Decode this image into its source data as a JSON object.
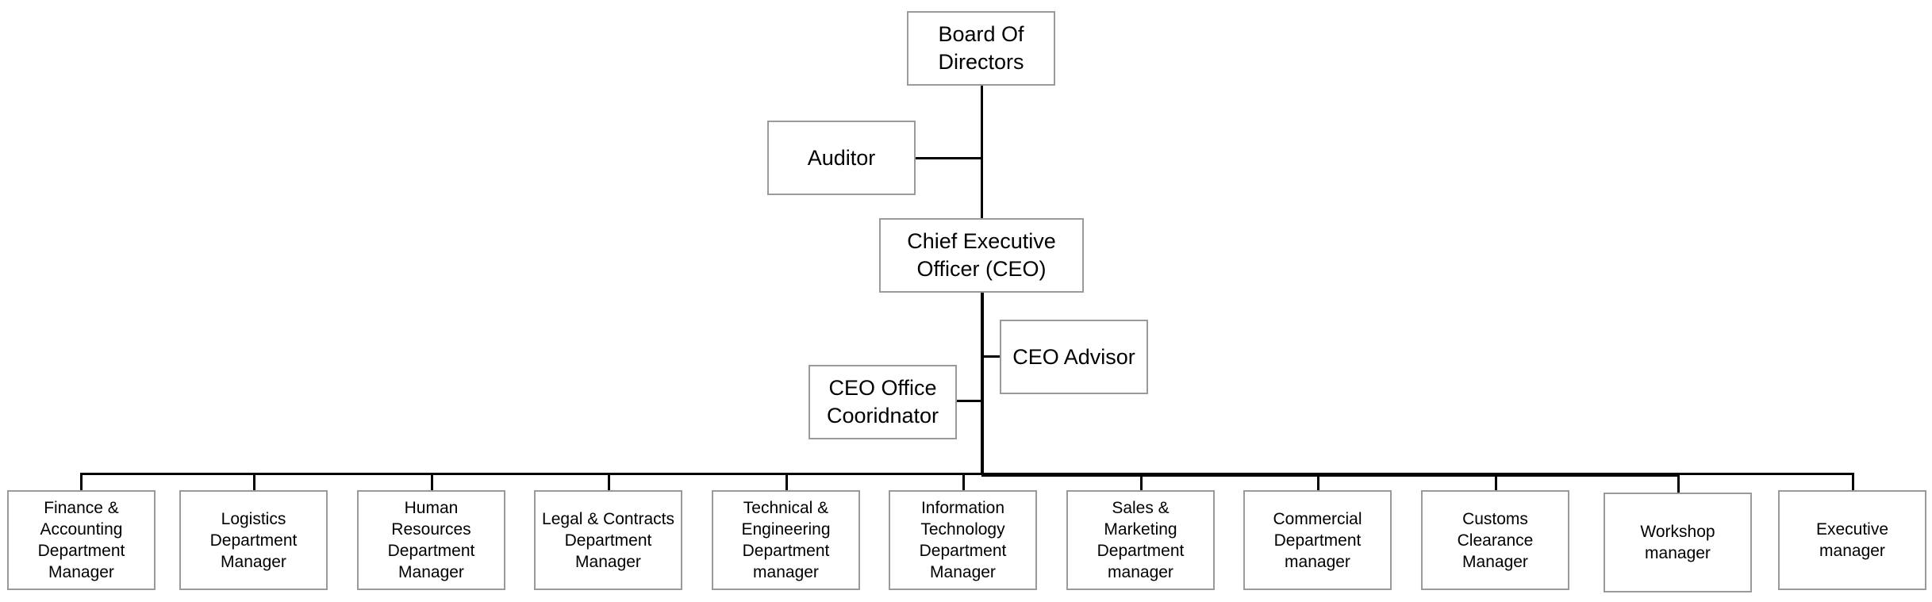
{
  "diagram": {
    "board": "Board Of\nDirectors",
    "auditor": "Auditor",
    "ceo": "Chief Executive\nOfficer (CEO)",
    "ceo_advisor": "CEO Advisor",
    "ceo_office_coordinator": "CEO Office\nCooridnator",
    "departments": [
      "Finance &\nAccounting\nDepartment\nManager",
      "Logistics\nDepartment\nManager",
      "Human\nResources\nDepartment\nManager",
      "Legal & Contracts\nDepartment\nManager",
      "Technical &\nEngineering\nDepartment\nmanager",
      "Information\nTechnology\nDepartment\nManager",
      "Sales &\nMarketing\nDepartment\nmanager",
      "Commercial\nDepartment\nmanager",
      "Customs\nClearance\nManager",
      "Workshop\nmanager",
      "Executive\nmanager"
    ],
    "colors": {
      "line": "#000000",
      "box_border": "#9a9a9a",
      "box_fill": "#ffffff"
    }
  }
}
